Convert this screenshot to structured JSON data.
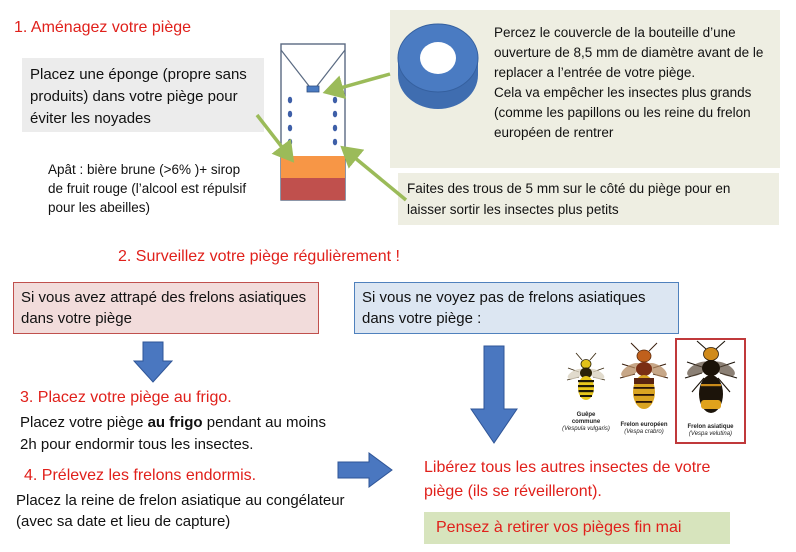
{
  "colors": {
    "heading_red": "#e0201b",
    "blue_arrow": "#4a77c0",
    "green_arrow": "#9bbb59",
    "grey_box": "#ececec",
    "beige_box": "#eeeee2",
    "pink_box": "#f2dcdb",
    "blue_box": "#dce6f2",
    "green_box": "#d7e4bd",
    "lid_blue": "#4a7bc2",
    "sponge_orange": "#f79646",
    "bait_red": "#c0504d"
  },
  "icons": [
    "bottle-trap-illustration",
    "bottle-cap-ring-icon",
    "asian-hornet-photo",
    "european-hornet-photo",
    "common-wasp-photo"
  ],
  "step1": {
    "heading": "1. Aménagez votre piège",
    "sponge_note": "Placez une éponge (propre sans produits) dans votre piège pour éviter les noyades",
    "bait_note": "Apât : bière brune (>6% )+ sirop de fruit rouge (l’alcool est répulsif pour les abeilles)",
    "lid_note_line1": "Percez le couvercle de la bouteille d’une ouverture de 8,5 mm de diamètre avant de le replacer a l’entrée de votre piège.",
    "lid_note_line2": "Cela va empêcher les insectes plus grands (comme les papillons ou les reine du frelon européen  de rentrer",
    "holes_note": "Faites des trous de 5 mm sur le côté du piège pour en laisser sortir les insectes plus petits"
  },
  "step2": {
    "heading": "2. Surveillez votre piège régulièrement !",
    "caught_box": "Si vous avez attrapé des frelons asiatiques dans votre piège",
    "not_caught_box": "Si vous ne voyez pas de frelons asiatiques dans votre piège :"
  },
  "step3": {
    "heading": "3. Placez votre piège au frigo.",
    "text_before": "Placez votre piège ",
    "text_bold": "au frigo",
    "text_after": " pendant au moins 2h pour endormir tous les insectes."
  },
  "step4": {
    "heading": "4. Prélevez les frelons endormis.",
    "text": "Placez la reine de frelon asiatique au congélateur (avec sa date et lieu de capture)"
  },
  "insects": [
    {
      "name": "Guêpe commune",
      "latin": "(Vespula vulgaris)"
    },
    {
      "name": "Frelon européen",
      "latin": "(Vespa crabro)"
    },
    {
      "name": "Frelon asiatique",
      "latin": "(Vespa velutina)"
    }
  ],
  "release_text": "Libérez tous les autres insectes de votre piège (ils se réveilleront).",
  "reminder": "Pensez à retirer vos pièges fin mai"
}
